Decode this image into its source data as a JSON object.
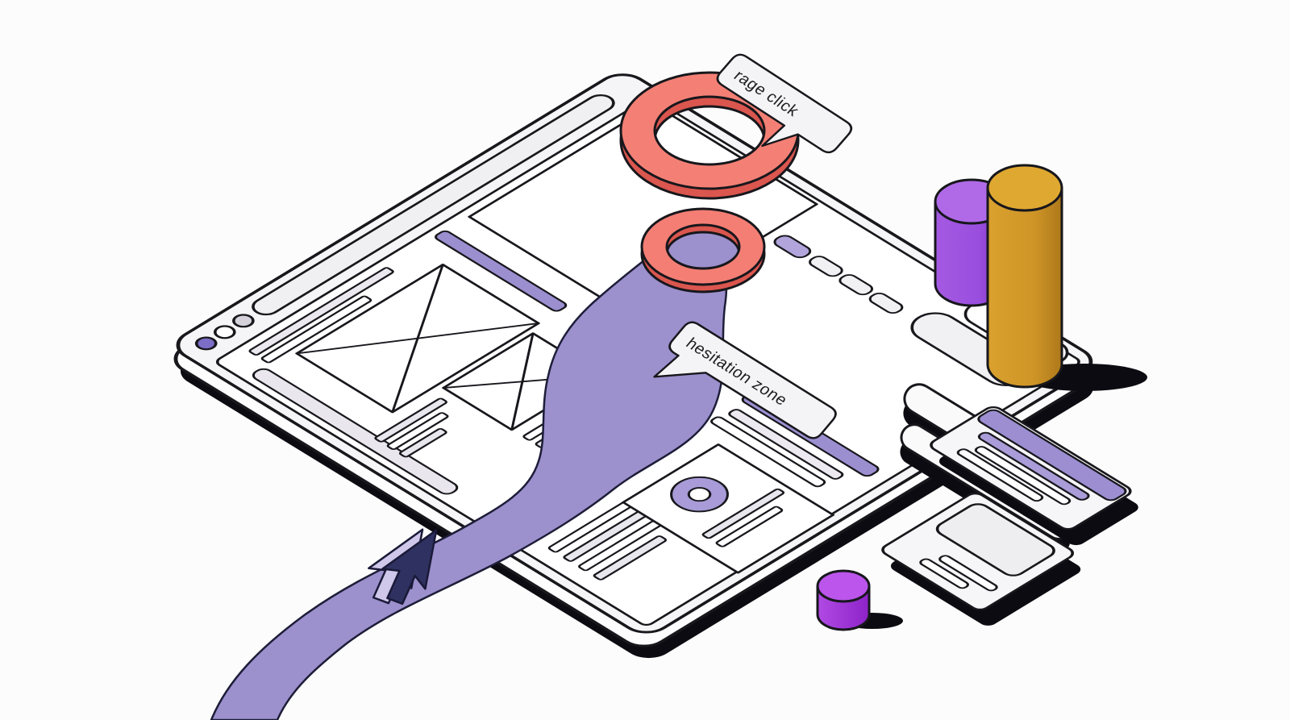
{
  "illustration": {
    "title": "session-replay-wireframe-illustration",
    "labels": {
      "rage_click": "rage click",
      "hesitation_zone": "hesitation zone"
    },
    "colors": {
      "background": "#fcfcfc",
      "outline": "#17171c",
      "path_purple": "#9c90cd",
      "accent_purple": "#9c8fd0",
      "chip_purple": "#b2a5dc",
      "ring_red": "#f47e74",
      "ring_red_dark": "#da564e",
      "cylinder_purple": "#9a4ede",
      "cylinder_gold": "#cf9527",
      "cylinder_magenta": "#a637dd",
      "cursor_navy": "#2f3160",
      "chrome_dot_purple": "#7c6dc6"
    },
    "icons": [
      "cursor-arrow-icon",
      "rage-click-ring-icon",
      "hover-ring-icon",
      "donut-icon",
      "browser-traffic-dots-icon",
      "image-placeholder-icon"
    ]
  }
}
